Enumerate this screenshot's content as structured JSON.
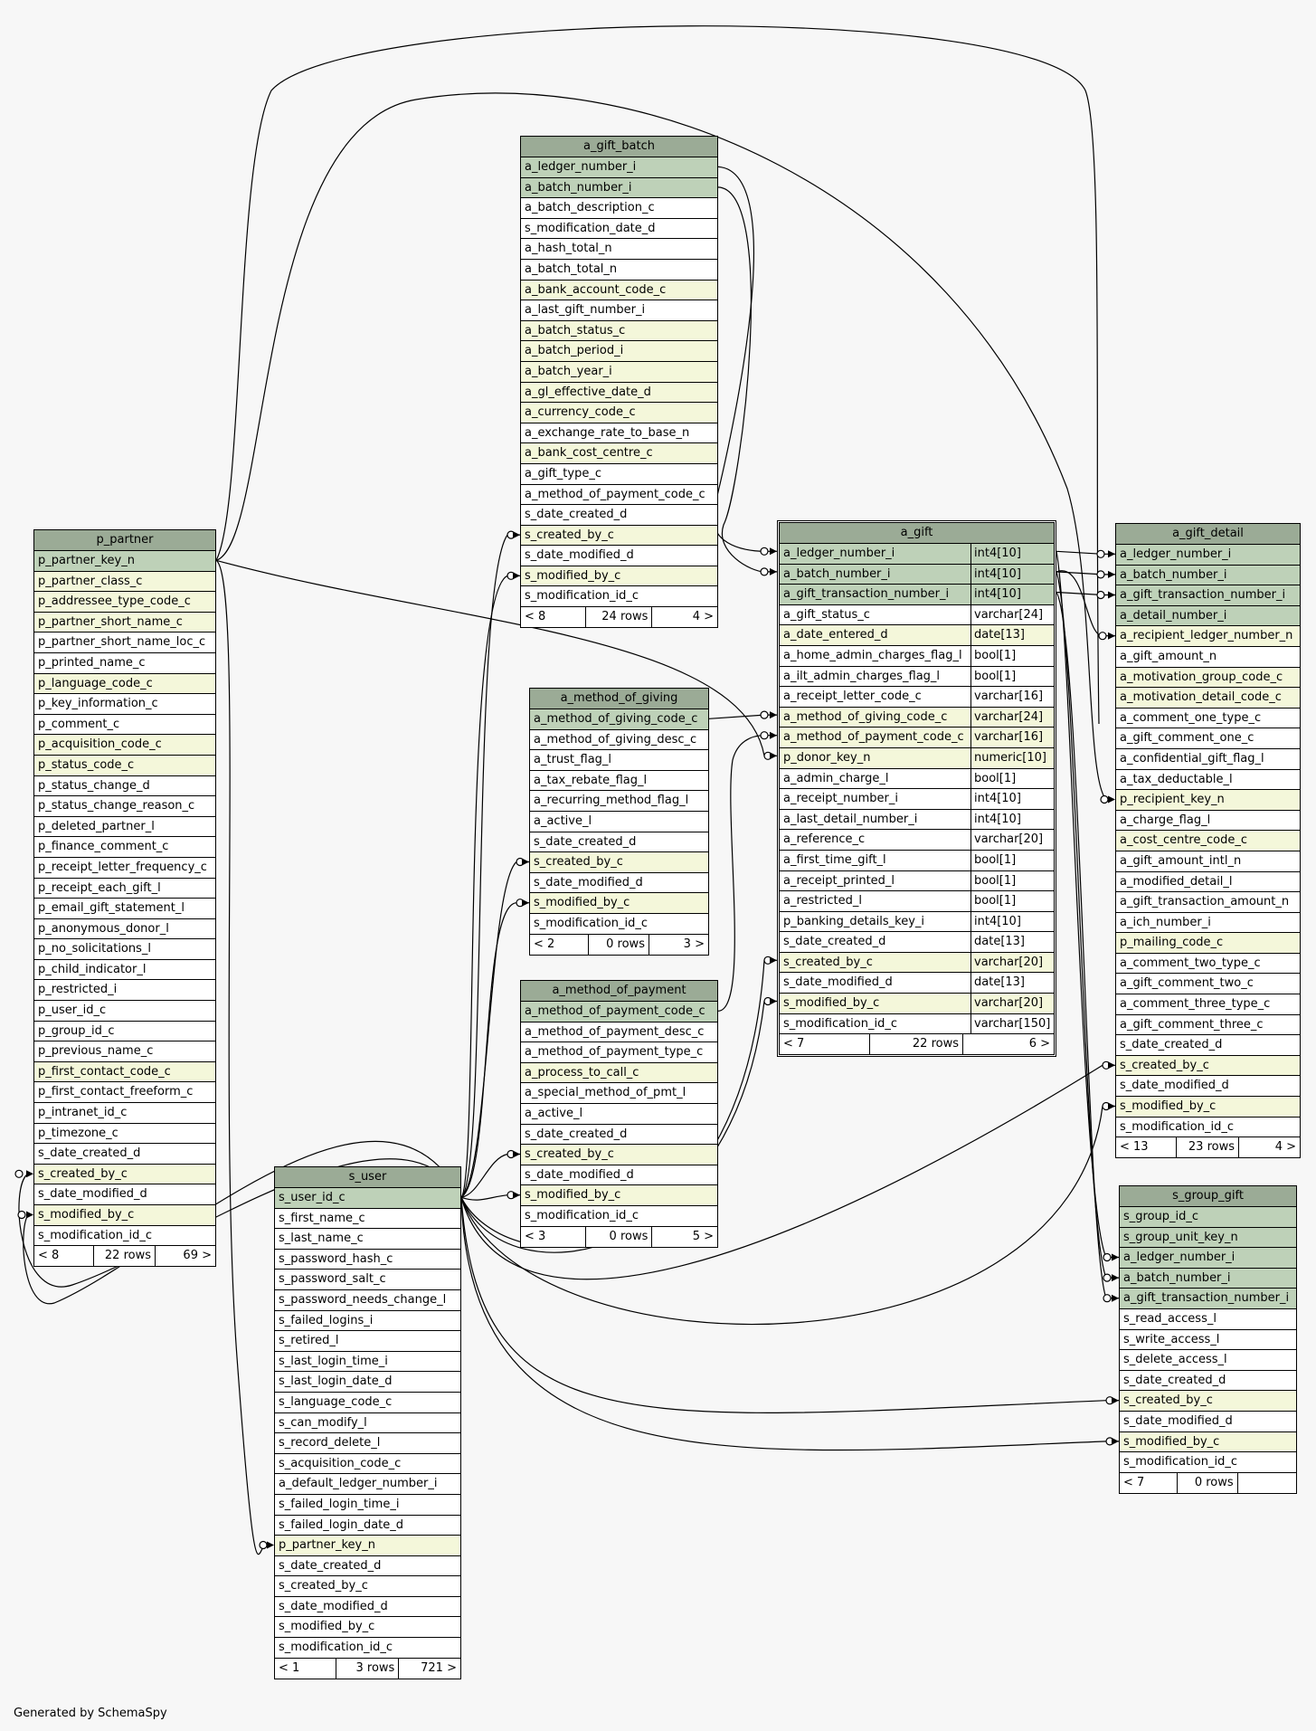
{
  "generator": "Generated by SchemaSpy",
  "tables": [
    {
      "id": "p_partner",
      "name": "p_partner",
      "columns": [
        {
          "n": "p_partner_key_n",
          "k": "pk"
        },
        {
          "n": "p_partner_class_c",
          "k": "fk"
        },
        {
          "n": "p_addressee_type_code_c",
          "k": "fk"
        },
        {
          "n": "p_partner_short_name_c",
          "k": "fk"
        },
        {
          "n": "p_partner_short_name_loc_c",
          "k": ""
        },
        {
          "n": "p_printed_name_c",
          "k": ""
        },
        {
          "n": "p_language_code_c",
          "k": "fk"
        },
        {
          "n": "p_key_information_c",
          "k": ""
        },
        {
          "n": "p_comment_c",
          "k": ""
        },
        {
          "n": "p_acquisition_code_c",
          "k": "fk"
        },
        {
          "n": "p_status_code_c",
          "k": "fk"
        },
        {
          "n": "p_status_change_d",
          "k": ""
        },
        {
          "n": "p_status_change_reason_c",
          "k": ""
        },
        {
          "n": "p_deleted_partner_l",
          "k": ""
        },
        {
          "n": "p_finance_comment_c",
          "k": ""
        },
        {
          "n": "p_receipt_letter_frequency_c",
          "k": ""
        },
        {
          "n": "p_receipt_each_gift_l",
          "k": ""
        },
        {
          "n": "p_email_gift_statement_l",
          "k": ""
        },
        {
          "n": "p_anonymous_donor_l",
          "k": ""
        },
        {
          "n": "p_no_solicitations_l",
          "k": ""
        },
        {
          "n": "p_child_indicator_l",
          "k": ""
        },
        {
          "n": "p_restricted_i",
          "k": ""
        },
        {
          "n": "p_user_id_c",
          "k": ""
        },
        {
          "n": "p_group_id_c",
          "k": ""
        },
        {
          "n": "p_previous_name_c",
          "k": ""
        },
        {
          "n": "p_first_contact_code_c",
          "k": "fk"
        },
        {
          "n": "p_first_contact_freeform_c",
          "k": ""
        },
        {
          "n": "p_intranet_id_c",
          "k": ""
        },
        {
          "n": "p_timezone_c",
          "k": ""
        },
        {
          "n": "s_date_created_d",
          "k": ""
        },
        {
          "n": "s_created_by_c",
          "k": "fk"
        },
        {
          "n": "s_date_modified_d",
          "k": ""
        },
        {
          "n": "s_modified_by_c",
          "k": "fk"
        },
        {
          "n": "s_modification_id_c",
          "k": ""
        }
      ],
      "footer": [
        "< 8",
        "22 rows",
        "69 >"
      ]
    },
    {
      "id": "s_user",
      "name": "s_user",
      "columns": [
        {
          "n": "s_user_id_c",
          "k": "pk"
        },
        {
          "n": "s_first_name_c",
          "k": ""
        },
        {
          "n": "s_last_name_c",
          "k": ""
        },
        {
          "n": "s_password_hash_c",
          "k": ""
        },
        {
          "n": "s_password_salt_c",
          "k": ""
        },
        {
          "n": "s_password_needs_change_l",
          "k": ""
        },
        {
          "n": "s_failed_logins_i",
          "k": ""
        },
        {
          "n": "s_retired_l",
          "k": ""
        },
        {
          "n": "s_last_login_time_i",
          "k": ""
        },
        {
          "n": "s_last_login_date_d",
          "k": ""
        },
        {
          "n": "s_language_code_c",
          "k": ""
        },
        {
          "n": "s_can_modify_l",
          "k": ""
        },
        {
          "n": "s_record_delete_l",
          "k": ""
        },
        {
          "n": "s_acquisition_code_c",
          "k": ""
        },
        {
          "n": "a_default_ledger_number_i",
          "k": ""
        },
        {
          "n": "s_failed_login_time_i",
          "k": ""
        },
        {
          "n": "s_failed_login_date_d",
          "k": ""
        },
        {
          "n": "p_partner_key_n",
          "k": "fk"
        },
        {
          "n": "s_date_created_d",
          "k": ""
        },
        {
          "n": "s_created_by_c",
          "k": ""
        },
        {
          "n": "s_date_modified_d",
          "k": ""
        },
        {
          "n": "s_modified_by_c",
          "k": ""
        },
        {
          "n": "s_modification_id_c",
          "k": ""
        }
      ],
      "footer": [
        "< 1",
        "3 rows",
        "721 >"
      ]
    },
    {
      "id": "a_gift_batch",
      "name": "a_gift_batch",
      "columns": [
        {
          "n": "a_ledger_number_i",
          "k": "pk"
        },
        {
          "n": "a_batch_number_i",
          "k": "pk"
        },
        {
          "n": "a_batch_description_c",
          "k": ""
        },
        {
          "n": "s_modification_date_d",
          "k": ""
        },
        {
          "n": "a_hash_total_n",
          "k": ""
        },
        {
          "n": "a_batch_total_n",
          "k": ""
        },
        {
          "n": "a_bank_account_code_c",
          "k": "fk"
        },
        {
          "n": "a_last_gift_number_i",
          "k": ""
        },
        {
          "n": "a_batch_status_c",
          "k": "fk"
        },
        {
          "n": "a_batch_period_i",
          "k": "fk"
        },
        {
          "n": "a_batch_year_i",
          "k": "fk"
        },
        {
          "n": "a_gl_effective_date_d",
          "k": "fk"
        },
        {
          "n": "a_currency_code_c",
          "k": "fk"
        },
        {
          "n": "a_exchange_rate_to_base_n",
          "k": ""
        },
        {
          "n": "a_bank_cost_centre_c",
          "k": "fk"
        },
        {
          "n": "a_gift_type_c",
          "k": ""
        },
        {
          "n": "a_method_of_payment_code_c",
          "k": ""
        },
        {
          "n": "s_date_created_d",
          "k": ""
        },
        {
          "n": "s_created_by_c",
          "k": "fk"
        },
        {
          "n": "s_date_modified_d",
          "k": ""
        },
        {
          "n": "s_modified_by_c",
          "k": "fk"
        },
        {
          "n": "s_modification_id_c",
          "k": ""
        }
      ],
      "footer": [
        "< 8",
        "24 rows",
        "4 >"
      ]
    },
    {
      "id": "a_method_of_giving",
      "name": "a_method_of_giving",
      "columns": [
        {
          "n": "a_method_of_giving_code_c",
          "k": "pk"
        },
        {
          "n": "a_method_of_giving_desc_c",
          "k": ""
        },
        {
          "n": "a_trust_flag_l",
          "k": ""
        },
        {
          "n": "a_tax_rebate_flag_l",
          "k": ""
        },
        {
          "n": "a_recurring_method_flag_l",
          "k": ""
        },
        {
          "n": "a_active_l",
          "k": ""
        },
        {
          "n": "s_date_created_d",
          "k": ""
        },
        {
          "n": "s_created_by_c",
          "k": "fk"
        },
        {
          "n": "s_date_modified_d",
          "k": ""
        },
        {
          "n": "s_modified_by_c",
          "k": "fk"
        },
        {
          "n": "s_modification_id_c",
          "k": ""
        }
      ],
      "footer": [
        "< 2",
        "0 rows",
        "3 >"
      ]
    },
    {
      "id": "a_method_of_payment",
      "name": "a_method_of_payment",
      "columns": [
        {
          "n": "a_method_of_payment_code_c",
          "k": "pk"
        },
        {
          "n": "a_method_of_payment_desc_c",
          "k": ""
        },
        {
          "n": "a_method_of_payment_type_c",
          "k": ""
        },
        {
          "n": "a_process_to_call_c",
          "k": "fk"
        },
        {
          "n": "a_special_method_of_pmt_l",
          "k": ""
        },
        {
          "n": "a_active_l",
          "k": ""
        },
        {
          "n": "s_date_created_d",
          "k": ""
        },
        {
          "n": "s_created_by_c",
          "k": "fk"
        },
        {
          "n": "s_date_modified_d",
          "k": ""
        },
        {
          "n": "s_modified_by_c",
          "k": "fk"
        },
        {
          "n": "s_modification_id_c",
          "k": ""
        }
      ],
      "footer": [
        "< 3",
        "0 rows",
        "5 >"
      ]
    },
    {
      "id": "a_gift",
      "name": "a_gift",
      "columns": [
        {
          "n": "a_ledger_number_i",
          "t": "int4[10]",
          "k": "pk"
        },
        {
          "n": "a_batch_number_i",
          "t": "int4[10]",
          "k": "pk"
        },
        {
          "n": "a_gift_transaction_number_i",
          "t": "int4[10]",
          "k": "pk"
        },
        {
          "n": "a_gift_status_c",
          "t": "varchar[24]",
          "k": ""
        },
        {
          "n": "a_date_entered_d",
          "t": "date[13]",
          "k": "fk"
        },
        {
          "n": "a_home_admin_charges_flag_l",
          "t": "bool[1]",
          "k": ""
        },
        {
          "n": "a_ilt_admin_charges_flag_l",
          "t": "bool[1]",
          "k": ""
        },
        {
          "n": "a_receipt_letter_code_c",
          "t": "varchar[16]",
          "k": ""
        },
        {
          "n": "a_method_of_giving_code_c",
          "t": "varchar[24]",
          "k": "fk"
        },
        {
          "n": "a_method_of_payment_code_c",
          "t": "varchar[16]",
          "k": "fk"
        },
        {
          "n": "p_donor_key_n",
          "t": "numeric[10]",
          "k": "fk"
        },
        {
          "n": "a_admin_charge_l",
          "t": "bool[1]",
          "k": ""
        },
        {
          "n": "a_receipt_number_i",
          "t": "int4[10]",
          "k": ""
        },
        {
          "n": "a_last_detail_number_i",
          "t": "int4[10]",
          "k": ""
        },
        {
          "n": "a_reference_c",
          "t": "varchar[20]",
          "k": ""
        },
        {
          "n": "a_first_time_gift_l",
          "t": "bool[1]",
          "k": ""
        },
        {
          "n": "a_receipt_printed_l",
          "t": "bool[1]",
          "k": ""
        },
        {
          "n": "a_restricted_l",
          "t": "bool[1]",
          "k": ""
        },
        {
          "n": "p_banking_details_key_i",
          "t": "int4[10]",
          "k": ""
        },
        {
          "n": "s_date_created_d",
          "t": "date[13]",
          "k": ""
        },
        {
          "n": "s_created_by_c",
          "t": "varchar[20]",
          "k": "fk"
        },
        {
          "n": "s_date_modified_d",
          "t": "date[13]",
          "k": ""
        },
        {
          "n": "s_modified_by_c",
          "t": "varchar[20]",
          "k": "fk"
        },
        {
          "n": "s_modification_id_c",
          "t": "varchar[150]",
          "k": ""
        }
      ],
      "footer": [
        "< 7",
        "22 rows",
        "6 >"
      ]
    },
    {
      "id": "a_gift_detail",
      "name": "a_gift_detail",
      "columns": [
        {
          "n": "a_ledger_number_i",
          "k": "pk"
        },
        {
          "n": "a_batch_number_i",
          "k": "pk"
        },
        {
          "n": "a_gift_transaction_number_i",
          "k": "pk"
        },
        {
          "n": "a_detail_number_i",
          "k": "pk"
        },
        {
          "n": "a_recipient_ledger_number_n",
          "k": "fk"
        },
        {
          "n": "a_gift_amount_n",
          "k": ""
        },
        {
          "n": "a_motivation_group_code_c",
          "k": "fk"
        },
        {
          "n": "a_motivation_detail_code_c",
          "k": "fk"
        },
        {
          "n": "a_comment_one_type_c",
          "k": ""
        },
        {
          "n": "a_gift_comment_one_c",
          "k": ""
        },
        {
          "n": "a_confidential_gift_flag_l",
          "k": ""
        },
        {
          "n": "a_tax_deductable_l",
          "k": ""
        },
        {
          "n": "p_recipient_key_n",
          "k": "fk"
        },
        {
          "n": "a_charge_flag_l",
          "k": ""
        },
        {
          "n": "a_cost_centre_code_c",
          "k": "fk"
        },
        {
          "n": "a_gift_amount_intl_n",
          "k": ""
        },
        {
          "n": "a_modified_detail_l",
          "k": ""
        },
        {
          "n": "a_gift_transaction_amount_n",
          "k": ""
        },
        {
          "n": "a_ich_number_i",
          "k": ""
        },
        {
          "n": "p_mailing_code_c",
          "k": "fk"
        },
        {
          "n": "a_comment_two_type_c",
          "k": ""
        },
        {
          "n": "a_gift_comment_two_c",
          "k": ""
        },
        {
          "n": "a_comment_three_type_c",
          "k": ""
        },
        {
          "n": "a_gift_comment_three_c",
          "k": ""
        },
        {
          "n": "s_date_created_d",
          "k": ""
        },
        {
          "n": "s_created_by_c",
          "k": "fk"
        },
        {
          "n": "s_date_modified_d",
          "k": ""
        },
        {
          "n": "s_modified_by_c",
          "k": "fk"
        },
        {
          "n": "s_modification_id_c",
          "k": ""
        }
      ],
      "footer": [
        "< 13",
        "23 rows",
        "4 >"
      ]
    },
    {
      "id": "s_group_gift",
      "name": "s_group_gift",
      "columns": [
        {
          "n": "s_group_id_c",
          "k": "pk"
        },
        {
          "n": "s_group_unit_key_n",
          "k": "pk"
        },
        {
          "n": "a_ledger_number_i",
          "k": "pk"
        },
        {
          "n": "a_batch_number_i",
          "k": "pk"
        },
        {
          "n": "a_gift_transaction_number_i",
          "k": "pk"
        },
        {
          "n": "s_read_access_l",
          "k": ""
        },
        {
          "n": "s_write_access_l",
          "k": ""
        },
        {
          "n": "s_delete_access_l",
          "k": ""
        },
        {
          "n": "s_date_created_d",
          "k": ""
        },
        {
          "n": "s_created_by_c",
          "k": "fk"
        },
        {
          "n": "s_date_modified_d",
          "k": ""
        },
        {
          "n": "s_modified_by_c",
          "k": "fk"
        },
        {
          "n": "s_modification_id_c",
          "k": ""
        }
      ],
      "footer": [
        "< 7",
        "0 rows",
        ""
      ]
    }
  ]
}
